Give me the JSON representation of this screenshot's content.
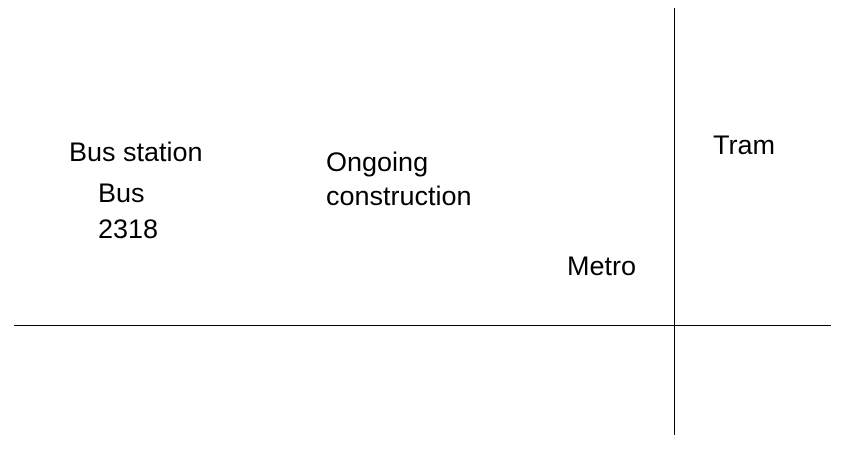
{
  "labels": {
    "bus_station": "Bus station",
    "bus": "Bus",
    "bus_number": "2318",
    "ongoing": "Ongoing",
    "construction": "construction",
    "metro": "Metro",
    "tram": "Tram"
  }
}
